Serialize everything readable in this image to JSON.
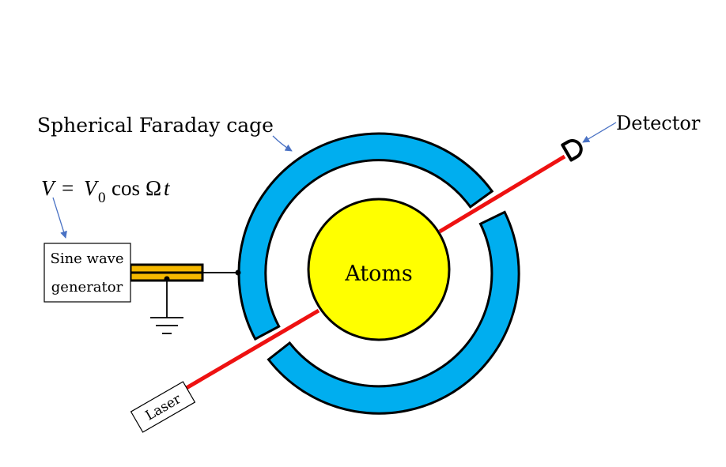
{
  "labels": {
    "cage": "Spherical Faraday cage",
    "detector": "Detector",
    "formula_v": "V",
    "formula_eq": "=",
    "formula_v0": "V",
    "formula_sub": "0",
    "formula_cos": "cos",
    "formula_omega": "Ω",
    "formula_t": "t",
    "generator_line1": "Sine wave",
    "generator_line2": "generator",
    "atoms": "Atoms",
    "laser": "Laser"
  },
  "colors": {
    "shell": "#00aeef",
    "atoms": "#ffff00",
    "beam": "#ee1111",
    "electrode": "#f5b800",
    "arrow": "#4a72c4",
    "outline": "#000000"
  },
  "icons": {
    "ground": "ground-symbol-icon",
    "detector": "detector-d-icon"
  }
}
